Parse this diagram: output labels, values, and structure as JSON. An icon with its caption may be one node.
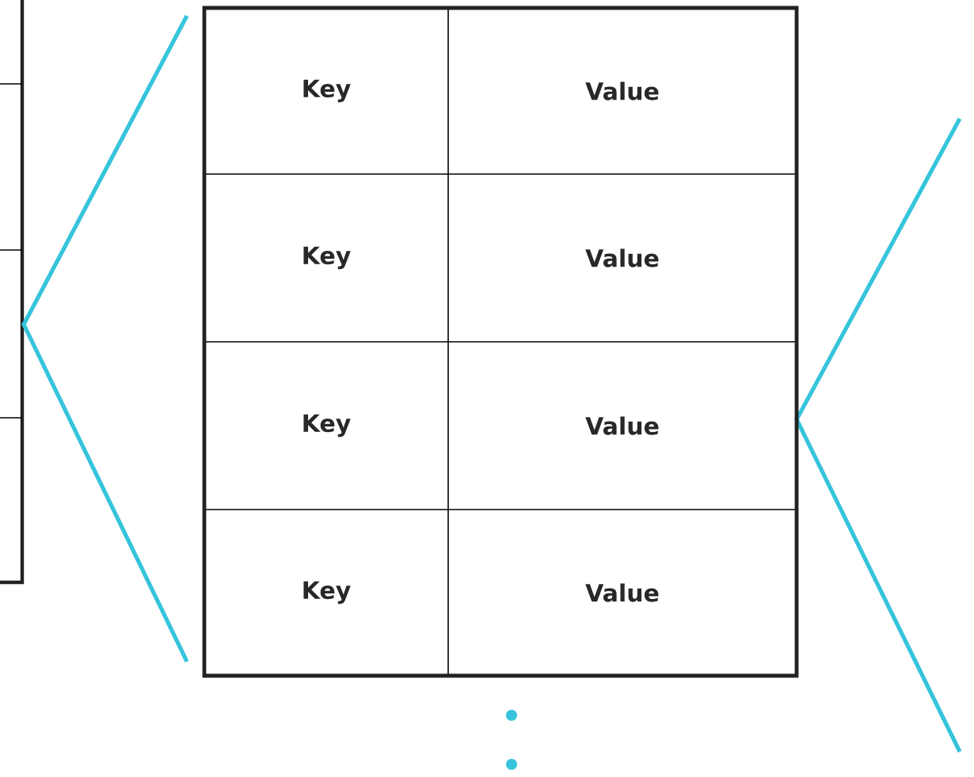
{
  "diagram": {
    "labels": [
      "Key",
      "Value",
      "Key",
      "Value",
      "Key",
      "Value",
      "Key",
      "Value"
    ]
  }
}
